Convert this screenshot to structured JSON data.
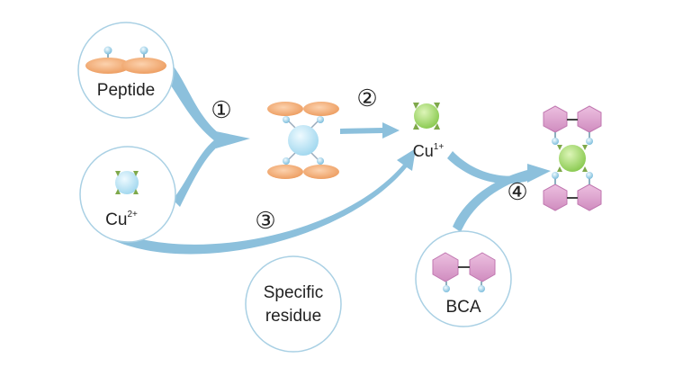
{
  "labels": {
    "peptide": "Peptide",
    "cu2": "Cu",
    "cu2_charge": "2+",
    "cu1": "Cu",
    "cu1_charge": "1+",
    "specific_line1": "Specific",
    "specific_line2": "residue",
    "bca": "BCA"
  },
  "steps": [
    "①",
    "②",
    "③",
    "④"
  ],
  "colors": {
    "arrow": "#8cc0dc",
    "circle_border": "#a9d0e4",
    "peptide_orange": "#f0a874",
    "peptide_orange_dark": "#e0884a",
    "cu2_blue": "#bfe6f4",
    "cu1_green": "#a2d86e",
    "green_wedge": "#7ea84a",
    "bca_pink": "#e0a6d0",
    "bca_pink_dark": "#c077b0",
    "small_bead": "#8fc8e0"
  },
  "icons": [
    "peptide-icon",
    "cu2-ion-icon",
    "peptide-cu-complex-icon",
    "cu1-ion-icon",
    "bca-icon",
    "bca-cu-complex-icon"
  ]
}
